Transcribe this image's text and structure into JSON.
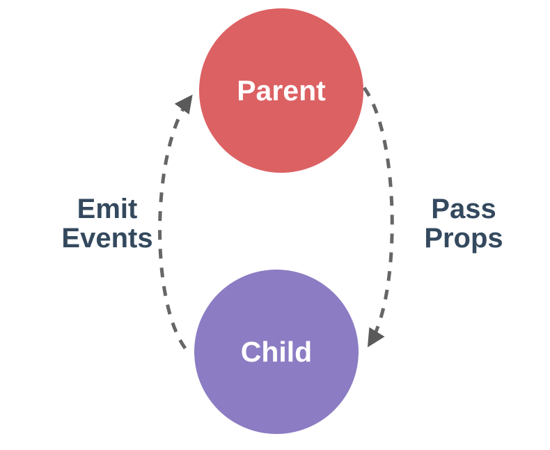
{
  "diagram": {
    "type": "component-communication-cycle",
    "nodes": {
      "parent": {
        "label": "Parent",
        "color": "#DC6163",
        "text_color": "#FFFFFF"
      },
      "child": {
        "label": "Child",
        "color": "#8C7CC3",
        "text_color": "#FFFFFF"
      }
    },
    "edges": {
      "emit_events": {
        "label_line1": "Emit",
        "label_line2": "Events",
        "from": "Child",
        "to": "Parent"
      },
      "pass_props": {
        "label_line1": "Pass",
        "label_line2": "Props",
        "from": "Parent",
        "to": "Child"
      }
    },
    "colors": {
      "label_text": "#34495E",
      "arrow": "#666666",
      "arrowhead": "#5A5A5A",
      "background": "#FFFFFF"
    }
  }
}
